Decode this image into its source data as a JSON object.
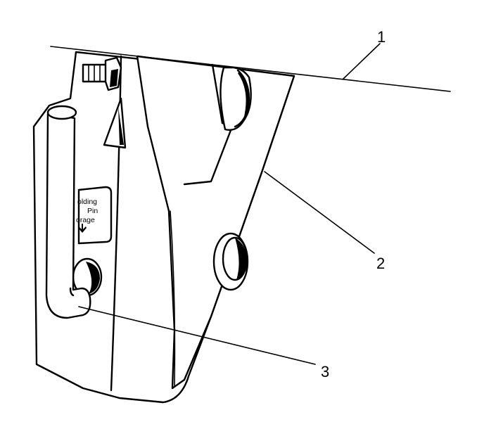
{
  "callouts": {
    "c1": "1",
    "c2": "2",
    "c3": "3"
  },
  "decal": {
    "line1": "olding",
    "line2": "Pin",
    "line3": "orage"
  },
  "colors": {
    "ink": "#000000",
    "paper": "#ffffff"
  }
}
